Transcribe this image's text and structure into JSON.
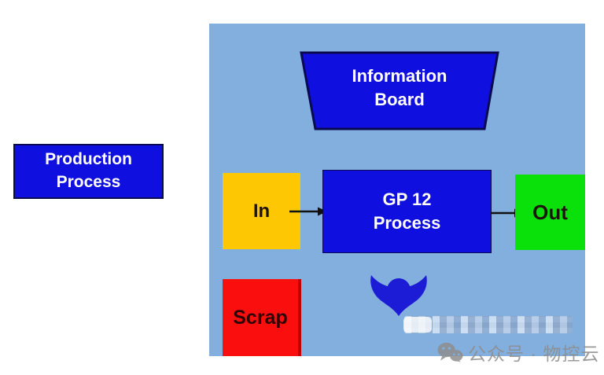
{
  "colors": {
    "panel-bg": "#82afde",
    "shape-blue": "#0f0fdf",
    "shape-blue-border": "#0a0a50",
    "operator-blue": "#1c1cd6",
    "in-yellow": "#fdc704",
    "out-green": "#0ae00a",
    "scrap-red": "#fb0e0e",
    "scrap-red-border": "#c00000",
    "arrow-black": "#111111",
    "watermark-gray": "#8e8e8e",
    "text-white": "#ffffff",
    "text-dark": "#1c1405"
  },
  "diagram": {
    "production_label": {
      "line1": "Production",
      "line2": "Process"
    },
    "information_board": {
      "line1": "Information",
      "line2": "Board"
    },
    "in_box": {
      "label": "In"
    },
    "gp12_box": {
      "line1": "GP 12",
      "line2": "Process"
    },
    "out_box": {
      "label": "Out"
    },
    "scrap_box": {
      "label": "Scrap"
    }
  },
  "icons": {
    "operator": "operator-person",
    "wechat": "wechat-chat-bubbles"
  },
  "watermark": {
    "account_text": "公众号 · 物控云"
  }
}
